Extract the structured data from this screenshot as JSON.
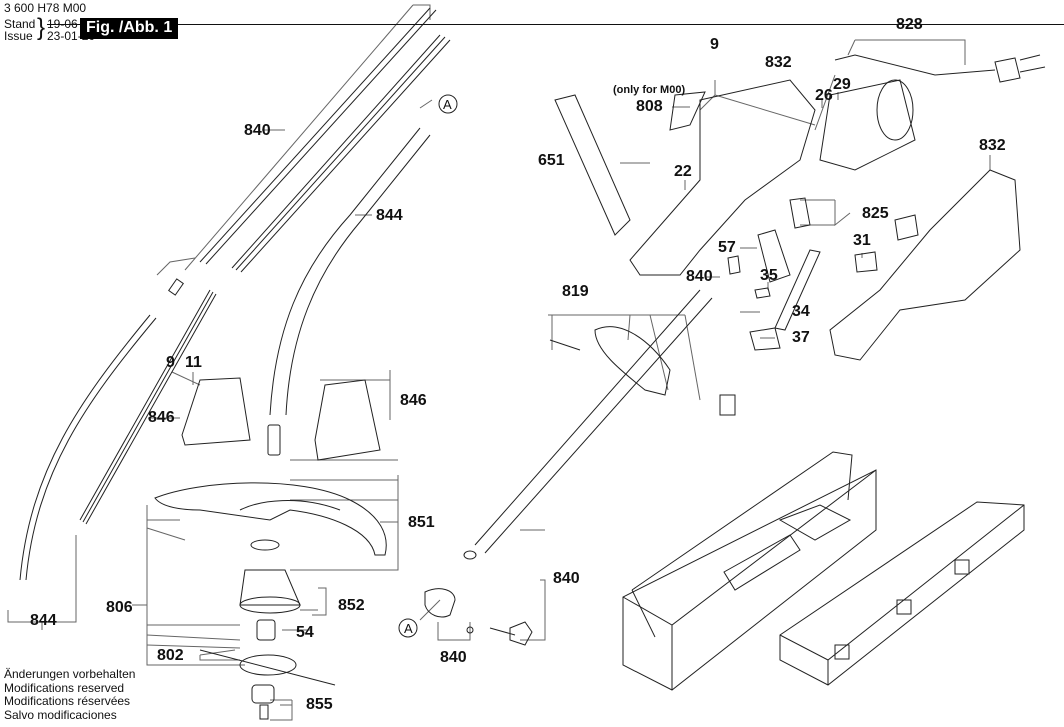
{
  "header": {
    "doc_number": "3 600 H78 M00",
    "stand_label": "Stand",
    "issue_label": "Issue",
    "stand_date": "19-06",
    "issue_date": "23-01-20",
    "figure_badge": "Fig. /Abb. 1"
  },
  "footer": {
    "lines": [
      "Änderungen vorbehalten",
      "Modifications reserved",
      "Modifications réservées",
      "Salvo modificaciones"
    ]
  },
  "callouts": {
    "c840_top": "840",
    "c844_top": "844",
    "c_A_top": "A",
    "c9_left": "9",
    "c11": "11",
    "c846_left": "846",
    "c846_right": "846",
    "c844_bottom": "844",
    "c851": "851",
    "c806": "806",
    "c852": "852",
    "c54": "54",
    "c802": "802",
    "c855": "855",
    "c_A_bottom": "A",
    "c840_bottom": "840",
    "c840_right": "840",
    "c819": "819",
    "c840_mid": "840",
    "c9_top": "9",
    "c832_left": "832",
    "c808": "808",
    "c808_note": "(only for M00)",
    "c651": "651",
    "c22": "22",
    "c26": "26",
    "c29": "29",
    "c828": "828",
    "c832_right": "832",
    "c825": "825",
    "c57": "57",
    "c35": "35",
    "c31": "31",
    "c34": "34",
    "c37": "37"
  }
}
